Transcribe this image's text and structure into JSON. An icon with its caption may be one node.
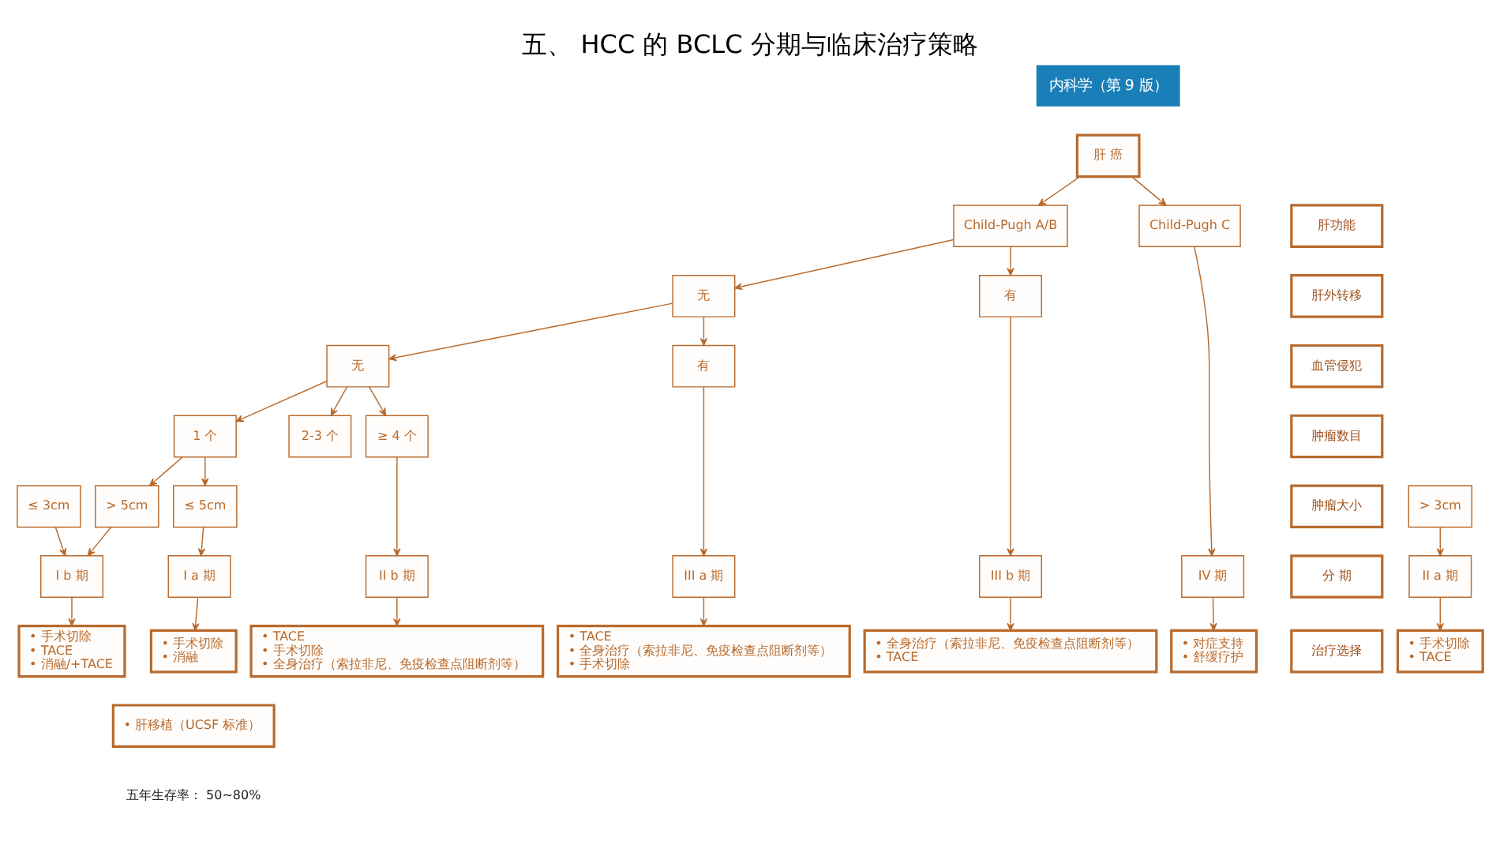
{
  "diagram": {
    "title": "五、 HCC 的 BCLC 分期与临床治疗策略",
    "nodes": [
      {
        "text": [
          "肝 癌"
        ]
      },
      {
        "text": [
          "肝功能"
        ]
      },
      {
        "text": [
          "Child-Pugh A/B"
        ]
      },
      {
        "text": [
          "Child-Pugh C"
        ]
      },
      {
        "text": [
          "肝外转移"
        ]
      },
      {
        "text": [
          "无"
        ]
      },
      {
        "text": [
          "有"
        ]
      },
      {
        "text": [
          "血管侵犯"
        ]
      },
      {
        "text": [
          "无"
        ]
      },
      {
        "text": [
          "有"
        ]
      },
      {
        "text": [
          "肿瘤数目"
        ]
      },
      {
        "text": [
          "1 个"
        ]
      },
      {
        "text": [
          "2-3 个"
        ]
      },
      {
        "text": [
          "≥ 4 个"
        ]
      },
      {
        "text": [
          "肿瘤大小"
        ]
      },
      {
        "text": [
          "≤ 5cm"
        ]
      },
      {
        "text": [
          "> 5cm"
        ]
      },
      {
        "text": [
          "≤ 3cm"
        ]
      },
      {
        "text": [
          "> 3cm"
        ]
      },
      {
        "text": [
          "分 期"
        ]
      },
      {
        "text": [
          "I a 期"
        ]
      },
      {
        "text": [
          "I b 期"
        ]
      },
      {
        "text": [
          "II a 期"
        ]
      },
      {
        "text": [
          "II b 期"
        ]
      },
      {
        "text": [
          "III a 期"
        ]
      },
      {
        "text": [
          "III b 期"
        ]
      },
      {
        "text": [
          "IV 期"
        ]
      },
      {
        "text": [
          "治疗选择"
        ]
      },
      {
        "text": [
          "• 手术切除",
          "• 消融"
        ]
      },
      {
        "text": [
          "• 手术切除",
          "• TACE",
          "• 消融/+TACE"
        ]
      },
      {
        "text": [
          "• 手术切除",
          "• TACE"
        ]
      },
      {
        "text": [
          "• TACE",
          "• 手术切除",
          "• 全身治疗（索拉非尼、免疫检查点阻断剂等）"
        ]
      },
      {
        "text": [
          "• TACE",
          "• 全身治疗（索拉非尼、免疫检查点阻断剂等）",
          "• 手术切除"
        ]
      },
      {
        "text": [
          "• 全身治疗（索拉非尼、免疫检查点阻断剂等）",
          "• TACE"
        ]
      },
      {
        "text": [
          "• 对症支持",
          "• 舒缓疗护"
        ]
      },
      {
        "text": [
          "• 肝移植（UCSF 标准）"
        ]
      }
    ],
    "edges": [
      {
        "from": 0,
        "to": 2,
        "arrow": "to"
      },
      {
        "from": 0,
        "to": 3,
        "arrow": "to"
      },
      {
        "from": 2,
        "to": 5,
        "arrow": "to"
      },
      {
        "from": 2,
        "to": 6,
        "arrow": "to"
      },
      {
        "from": 5,
        "to": 8,
        "arrow": "to"
      },
      {
        "from": 5,
        "to": 9,
        "arrow": "to"
      },
      {
        "from": 8,
        "to": 11,
        "arrow": "to"
      },
      {
        "from": 8,
        "to": 12,
        "arrow": "to"
      },
      {
        "from": 8,
        "to": 13,
        "arrow": "to"
      },
      {
        "from": 11,
        "to": 15,
        "arrow": "to"
      },
      {
        "from": 11,
        "to": 16,
        "arrow": "to"
      },
      {
        "from": 15,
        "to": 20,
        "arrow": "to"
      },
      {
        "from": 16,
        "to": 21,
        "arrow": "to"
      },
      {
        "from": 17,
        "to": 21,
        "arrow": "to"
      },
      {
        "from": 18,
        "to": 22,
        "arrow": "to"
      },
      {
        "from": 13,
        "to": 23,
        "arrow": "to"
      },
      {
        "from": 9,
        "to": 24,
        "arrow": "to"
      },
      {
        "from": 6,
        "to": 25,
        "arrow": "to"
      },
      {
        "from": 3,
        "to": 26,
        "arrow": "to"
      },
      {
        "from": 20,
        "to": 28,
        "arrow": "to"
      },
      {
        "from": 21,
        "to": 29,
        "arrow": "to"
      },
      {
        "from": 22,
        "to": 30,
        "arrow": "to"
      },
      {
        "from": 23,
        "to": 31,
        "arrow": "to"
      },
      {
        "from": 24,
        "to": 32,
        "arrow": "to"
      },
      {
        "from": 25,
        "to": 33,
        "arrow": "to"
      },
      {
        "from": 26,
        "to": 34,
        "arrow": "to"
      }
    ],
    "labels": [
      "内科学（第 9 版）",
      "五年生存率： 50~80%"
    ]
  }
}
